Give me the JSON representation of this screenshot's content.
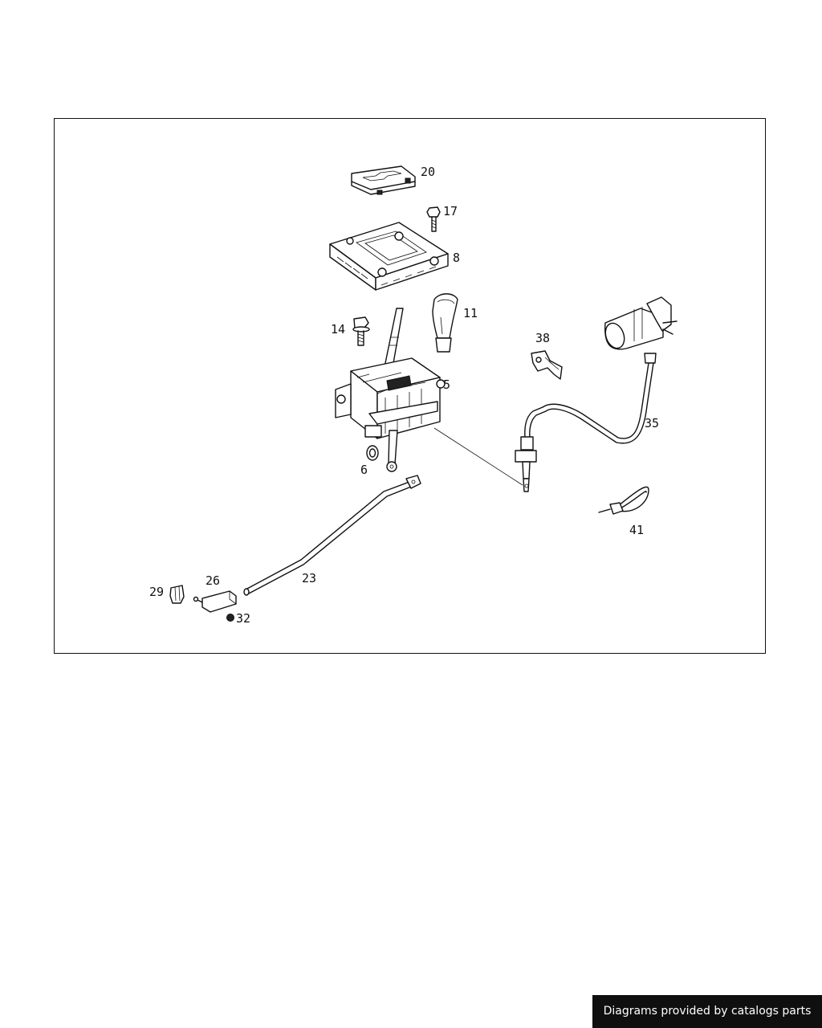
{
  "diagram": {
    "callouts": {
      "p20": "20",
      "p17": "17",
      "p8": "8",
      "p11": "11",
      "p14": "14",
      "p5": "5",
      "p38": "38",
      "p35": "35",
      "p6": "6",
      "p41": "41",
      "p23": "23",
      "p26": "26",
      "p29": "29",
      "p32": "32"
    }
  },
  "footer": {
    "credit": "Diagrams provided by catalogs parts"
  }
}
